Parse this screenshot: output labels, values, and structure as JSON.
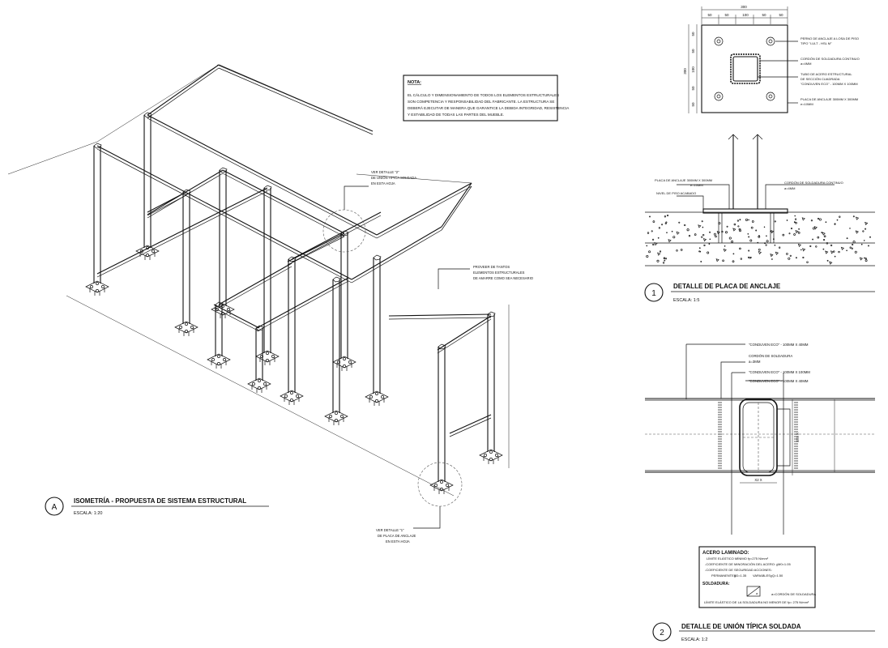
{
  "note": {
    "title": "NOTA:",
    "lines": [
      "EL CÁLCULO Y DIMENSIONAMIENTO DE TODOS LOS ELEMENTOS ESTRUCTURALES",
      "SON COMPETENCIA Y RESPONSABILIDAD DEL FABRICANTE. LA ESTRUCTURA SE",
      "DEBERÁ EJECUTAR DE MANERA QUE GARANTICE LA DEBIDA INTEGRIDAD, RESISTENCIA",
      "Y ESTABILIDAD DE TODAS LAS PARTES DEL MUEBLE."
    ]
  },
  "isometric": {
    "badge": "A",
    "title": "ISOMETRÍA - PROPUESTA DE SISTEMA ESTRUCTURAL",
    "scale": "ESCALA:  1:20",
    "callout_detail2": [
      "VER DETALLE \"2\"",
      "DE UNIÓN TÍPICA SOLDADA",
      "EN ESTA HOJA"
    ],
    "callout_detail1": [
      "VER DETALLE \"1\"",
      "DE PLACA DE ANCLAJE",
      "EN ESTA HOJA"
    ],
    "callout_provider": [
      "PROVEER DE TANTOS",
      "ELEMENTOS ESTRUCTURALES",
      "DE AMARRE COMO SEA NECESARIO"
    ]
  },
  "detail1": {
    "badge": "1",
    "title": "DETALLE DE PLACA DE ANCLAJE",
    "scale": "ESCALA:  1:5",
    "top_dims": [
      "300",
      "50",
      "50",
      "100",
      "50",
      "50"
    ],
    "side_dims": [
      "50",
      "50",
      "300",
      "100",
      "50",
      "50"
    ],
    "labels": [
      [
        "PERNO DE ANCLAJE A LOSA DE PISO",
        "TIPO \"I-ULT - HSL M\""
      ],
      [
        "CORDÓN DE SOLDADURA CONTINUO",
        "a=4MM"
      ],
      [
        "TUBO DE ACERO ESTRUCTURAL",
        "DE SECCIÓN CUADRADA",
        "\"CONDUVEN ECO\" - 100MM X 100MM"
      ],
      [
        "PLACA DE ANCLAJE 300MM X 300MM",
        "e=10MM"
      ]
    ],
    "section_labels": {
      "plate": [
        "PLACA DE ANCLAJE 300MM X 300MM",
        "e=10MM"
      ],
      "weld": [
        "CORDÓN DE SOLDADURA CONTINUO",
        "a=4MM"
      ],
      "floor": "NIVEL DE PISO ACABADO"
    }
  },
  "detail2": {
    "badge": "2",
    "title": "DETALLE DE UNIÓN TÍPICA SOLDADA",
    "scale": "ESCALA:  1:2",
    "labels": [
      "\"CONDUVEN ECO\" - 100MM X 40MM",
      "CORDÓN DE SOLDADURA",
      "a=3MM",
      "\"CONDUVEN ECO\" - 100MM X 100MM",
      "\"CONDUVEN ECO\" - 100MM X 40MM"
    ],
    "steel_box": {
      "title": "ACERO LAMINADO:",
      "l1": "LÍMITE ELÁSTICO MÍNIMO fy=275 N/mm²",
      "l2": "-COEFICIENTE DE MINORACIÓN DEL ACERO:",
      "l2v": "ɣM0=1.05",
      "l3": "-COEFICIENTE DE SEGURIDAD ACCIONES:",
      "l4a": "PERMANENTES:",
      "l4b": "ɣG=1.35",
      "l4c": "VARIABLES",
      "l4d": "ɣQ=1.50",
      "weld_title": "SOLDADURA:",
      "weld_a": "a",
      "weld_label": "a=CORDÓN DE SOLDADURA",
      "l5": "LÍMITE ELÁSTICO DE LA SOLDADURA NO MENOR DE fy= 275 N/mm²"
    }
  }
}
